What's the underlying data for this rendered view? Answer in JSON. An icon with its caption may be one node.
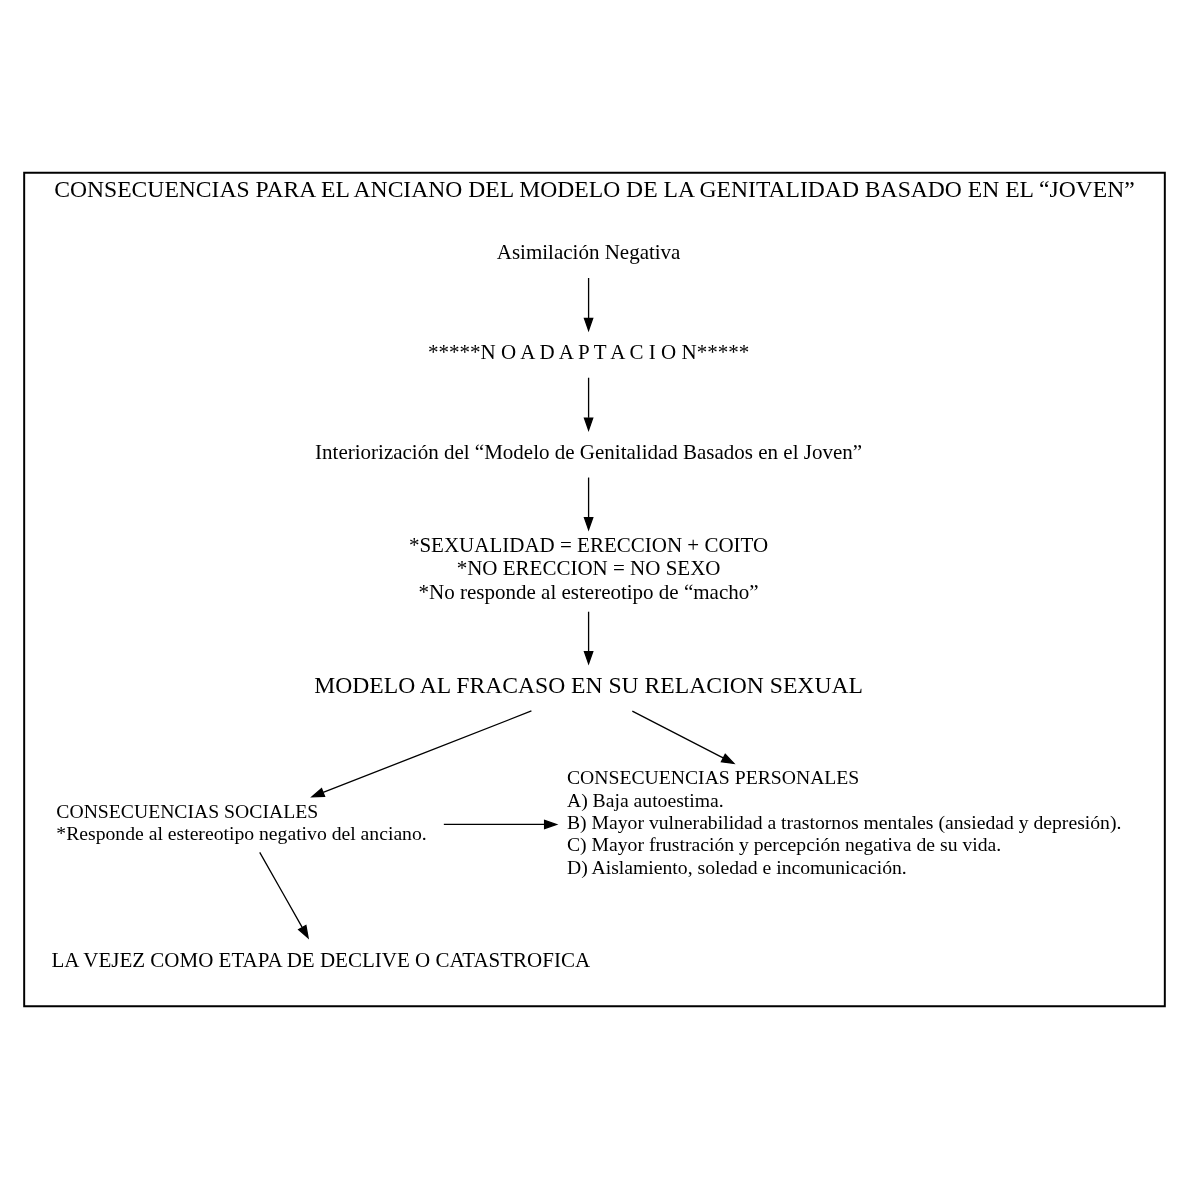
{
  "diagram": {
    "nodes": [
      {
        "text": [
          "CONSECUENCIAS PARA EL ANCIANO DEL MODELO DE LA GENITALIDAD BASADO EN EL “JOVEN”"
        ]
      },
      {
        "text": [
          "Asimilación Negativa"
        ],
        "in": 0
      },
      {
        "text": [
          "*****N O A D A P T A C I O N*****"
        ],
        "in": 0
      },
      {
        "text": [
          "Interiorización del “Modelo de Genitalidad Basados en el Joven”"
        ],
        "in": 0
      },
      {
        "text": [
          "*SEXUALIDAD = ERECCION + COITO",
          "*NO ERECCION = NO SEXO",
          "*No responde al estereotipo de “macho”"
        ],
        "in": 0
      },
      {
        "text": [
          "MODELO AL FRACASO EN SU RELACION SEXUAL"
        ],
        "in": 0
      },
      {
        "text": [
          "CONSECUENCIAS SOCIALES",
          "*Responde al estereotipo negativo del anciano."
        ],
        "in": 0
      },
      {
        "text": [
          "CONSECUENCIAS PERSONALES",
          "A) Baja autoestima.",
          "B) Mayor vulnerabilidad a trastornos mentales (ansiedad y depresión).",
          "C) Mayor frustración y percepción negativa de su vida.",
          "D) Aislamiento, soledad e incomunicación."
        ],
        "in": 0
      },
      {
        "text": [
          "LA VEJEZ COMO ETAPA DE DECLIVE O CATASTROFICA"
        ],
        "in": 0
      }
    ],
    "edges": [
      {
        "from": 1,
        "to": 2,
        "arrow": "to"
      },
      {
        "from": 2,
        "to": 3,
        "arrow": "to"
      },
      {
        "from": 3,
        "to": 4,
        "arrow": "to"
      },
      {
        "from": 4,
        "to": 5,
        "arrow": "to"
      },
      {
        "from": 5,
        "to": 6,
        "arrow": "to"
      },
      {
        "from": 5,
        "to": 7,
        "arrow": "to"
      },
      {
        "from": 6,
        "to": 7,
        "arrow": "to"
      },
      {
        "from": 6,
        "to": 8,
        "arrow": "to"
      }
    ]
  }
}
